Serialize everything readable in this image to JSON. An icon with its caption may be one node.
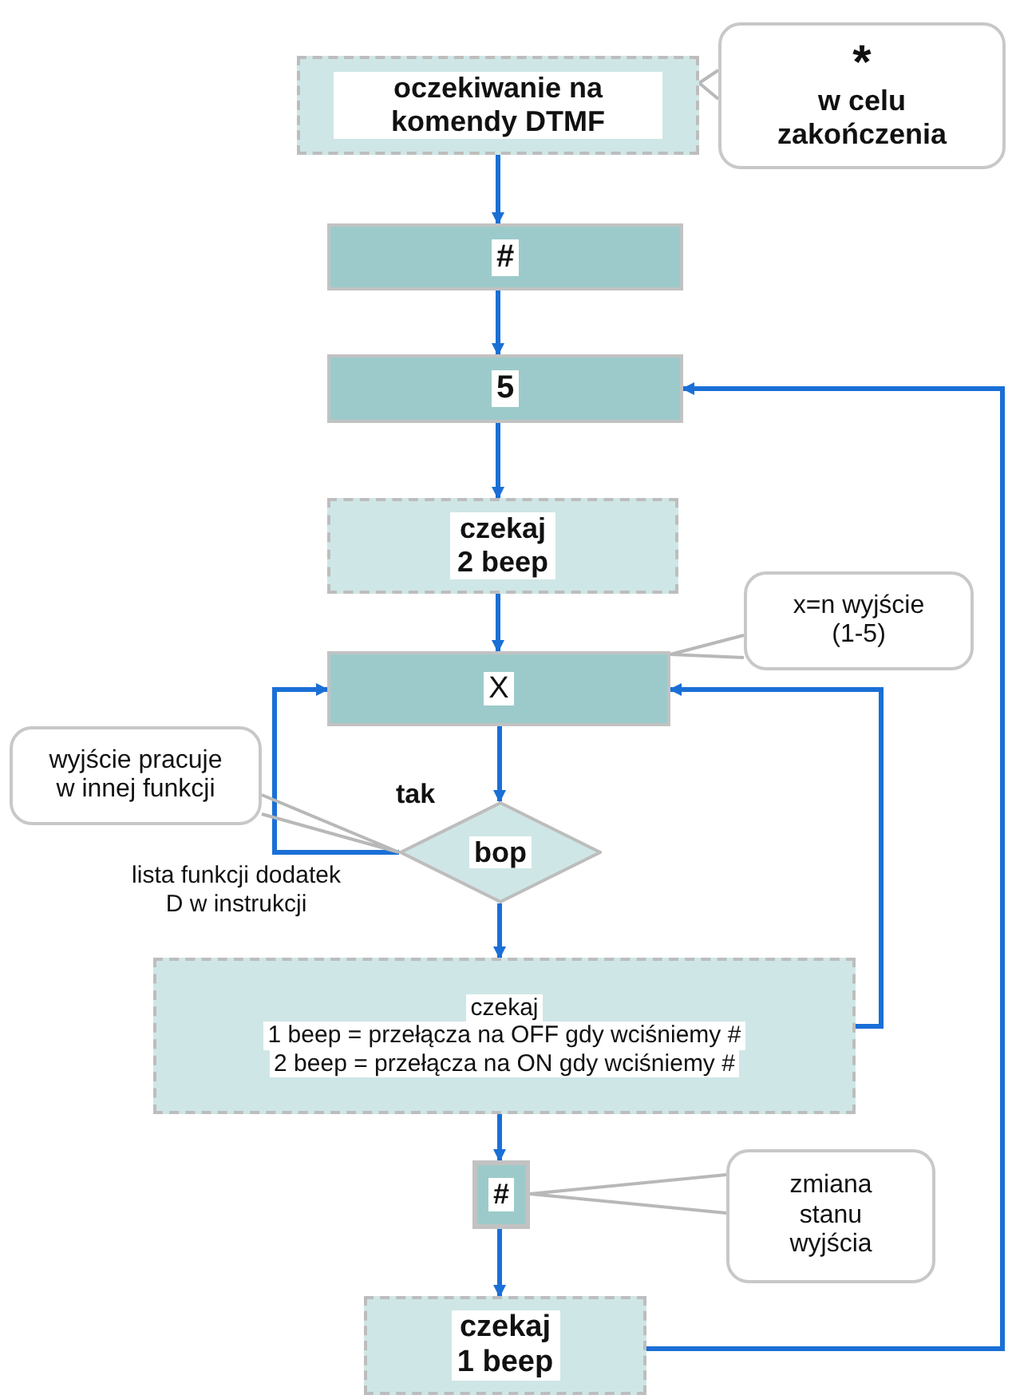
{
  "diagram": {
    "nodes": [
      {
        "text": [
          "oczekiwanie na komendy DTMF"
        ]
      },
      {
        "text": [
          "*",
          "w celu zakończenia"
        ]
      },
      {
        "text": [
          "#"
        ]
      },
      {
        "text": [
          "5"
        ]
      },
      {
        "text": [
          "czekaj 2 beep"
        ]
      },
      {
        "text": [
          "x=n wyjście (1-5)"
        ]
      },
      {
        "text": [
          "X"
        ]
      },
      {
        "text": [
          "wyjście pracuje w innej funkcji"
        ]
      },
      {
        "text": [
          "bop"
        ]
      },
      {
        "text": [
          "czekaj",
          "1 beep = przełącza na OFF gdy wciśniemy #",
          "2 beep = przełącza na ON gdy wciśniemy #"
        ]
      },
      {
        "text": [
          "#"
        ]
      },
      {
        "text": [
          "zmiana stanu wyjścia"
        ]
      },
      {
        "text": [
          "czekaj 1 beep"
        ]
      }
    ],
    "edges": [
      {
        "from": 0,
        "to": 2,
        "arrow": "to"
      },
      {
        "from": 2,
        "to": 3,
        "arrow": "to"
      },
      {
        "from": 3,
        "to": 4,
        "arrow": "to"
      },
      {
        "from": 4,
        "to": 6,
        "arrow": "to"
      },
      {
        "from": 6,
        "to": 8,
        "arrow": "to"
      },
      {
        "from": 8,
        "to": 6,
        "arrow": "to",
        "label": "tak"
      },
      {
        "from": 8,
        "to": 9,
        "arrow": "to"
      },
      {
        "from": 9,
        "to": 6,
        "arrow": "to"
      },
      {
        "from": 9,
        "to": 10,
        "arrow": "to"
      },
      {
        "from": 10,
        "to": 12,
        "arrow": "to"
      },
      {
        "from": 12,
        "to": 3,
        "arrow": "to"
      },
      {
        "from": 1,
        "to": 0,
        "arrow": "none",
        "color": "#b8b8b8"
      },
      {
        "from": 5,
        "to": 6,
        "arrow": "none",
        "color": "#b8b8b8"
      },
      {
        "from": 7,
        "to": 8,
        "arrow": "none",
        "color": "#b8b8b8"
      },
      {
        "from": 11,
        "to": 10,
        "arrow": "none",
        "color": "#b8b8b8"
      }
    ],
    "labels": [
      "lista funkcji dodatek D w instrukcji"
    ]
  }
}
